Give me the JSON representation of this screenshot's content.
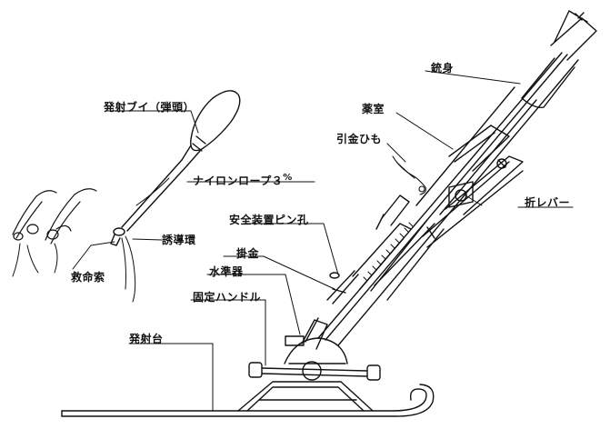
{
  "colors": {
    "ink": "#111111",
    "paper": "#ffffff"
  },
  "labels": {
    "barrel": "銃身",
    "chamber": "薬室",
    "lanyard": "引金ひも",
    "buoy": "発射ブイ（弾頭）",
    "nylon_rope": "ナイロンロープ３",
    "rope_unit": "%",
    "folding_lever": "折レバー",
    "safety_pin_hole": "安全装置ピン孔",
    "guide_ring": "誘導環",
    "hook": "掛金",
    "level": "水準器",
    "lifeline": "救命索",
    "fixing_handle": "固定ハンドル",
    "launch_base": "発射台"
  }
}
